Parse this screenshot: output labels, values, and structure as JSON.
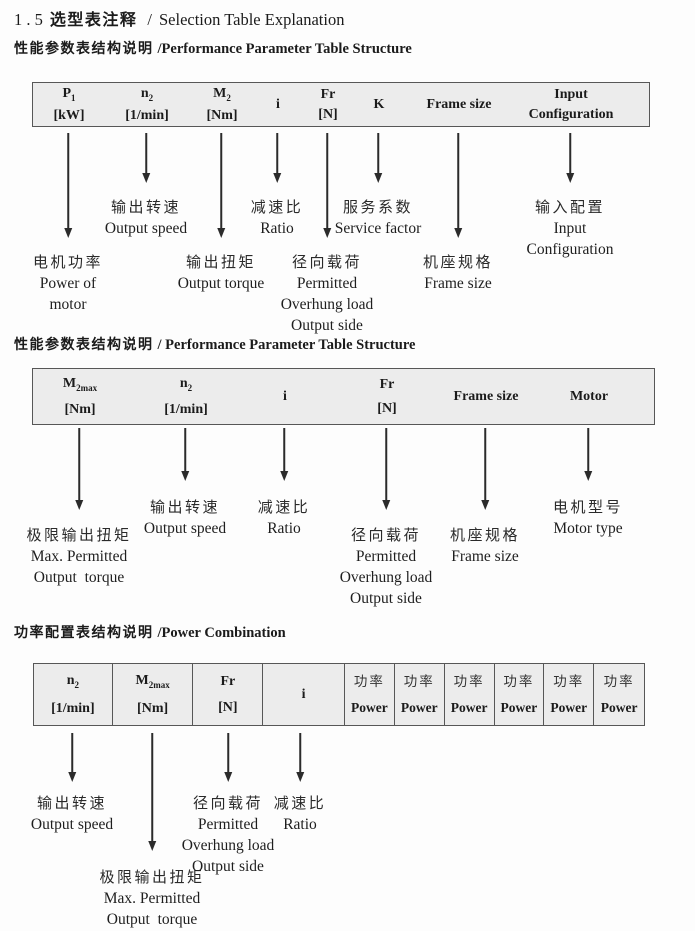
{
  "title": {
    "num": "1 . 5",
    "zh": "选型表注释",
    "sep": "/",
    "en": "Selection Table Explanation"
  },
  "section1": {
    "heading_zh": "性能参数表结构说明",
    "heading_en": "/Performance Parameter Table Structure",
    "columns": [
      {
        "sym": "P",
        "sub": "1",
        "unit": "[kW]"
      },
      {
        "sym": "n",
        "sub": "2",
        "unit": "[1/min]"
      },
      {
        "sym": "M",
        "sub": "2",
        "unit": "[Nm]"
      },
      {
        "sym": "i"
      },
      {
        "sym": "Fr",
        "unit": "[N]"
      },
      {
        "sym": "K"
      },
      {
        "sym": "Frame size"
      },
      {
        "sym": "Input",
        "unit": "Configuration"
      }
    ],
    "callouts": [
      {
        "lines": [
          "电机功率",
          "Power of",
          "motor"
        ]
      },
      {
        "lines": [
          "输出转速",
          "Output speed"
        ]
      },
      {
        "lines": [
          "输出扭矩",
          "Output torque"
        ]
      },
      {
        "lines": [
          "减速比",
          "Ratio"
        ]
      },
      {
        "lines": [
          "径向载荷",
          "Permitted",
          "Overhung load",
          "Output side"
        ]
      },
      {
        "lines": [
          "服务系数",
          "Service factor"
        ]
      },
      {
        "lines": [
          "机座规格",
          "Frame size"
        ]
      },
      {
        "lines": [
          "输入配置",
          "Input",
          "Configuration"
        ]
      }
    ]
  },
  "section2": {
    "heading_zh": "性能参数表结构说明",
    "heading_en": "/ Performance Parameter Table Structure",
    "columns": [
      {
        "sym": "M",
        "sub": "2max",
        "unit": "[Nm]"
      },
      {
        "sym": "n",
        "sub": "2",
        "unit": "[1/min]"
      },
      {
        "sym": "i"
      },
      {
        "sym": "Fr",
        "unit": "[N]"
      },
      {
        "sym": "Frame size"
      },
      {
        "sym": "Motor"
      }
    ],
    "callouts": [
      {
        "lines": [
          "极限输出扭矩",
          "Max. Permitted",
          "Output  torque"
        ]
      },
      {
        "lines": [
          "输出转速",
          "Output speed"
        ]
      },
      {
        "lines": [
          "减速比",
          "Ratio"
        ]
      },
      {
        "lines": [
          "径向载荷",
          "Permitted",
          "Overhung load",
          "Output side"
        ]
      },
      {
        "lines": [
          "机座规格",
          "Frame size"
        ]
      },
      {
        "lines": [
          "电机型号",
          "Motor type"
        ]
      }
    ]
  },
  "section3": {
    "heading_zh": "功率配置表结构说明",
    "heading_en": "/Power Combination",
    "columns": [
      {
        "sym": "n",
        "sub": "2",
        "unit": "[1/min]"
      },
      {
        "sym": "M",
        "sub": "2max",
        "unit": "[Nm]"
      },
      {
        "sym": "Fr",
        "unit": "[N]"
      },
      {
        "sym": "i"
      }
    ],
    "power_columns": [
      {
        "zh": "功率",
        "en": "Power"
      },
      {
        "zh": "功率",
        "en": "Power"
      },
      {
        "zh": "功率",
        "en": "Power"
      },
      {
        "zh": "功率",
        "en": "Power"
      },
      {
        "zh": "功率",
        "en": "Power"
      },
      {
        "zh": "功率",
        "en": "Power"
      }
    ],
    "callouts": [
      {
        "lines": [
          "输出转速",
          "Output speed"
        ]
      },
      {
        "lines": [
          "极限输出扭矩",
          "Max. Permitted",
          "Output  torque"
        ]
      },
      {
        "lines": [
          "径向载荷",
          "Permitted",
          "Overhung load",
          "Output side"
        ]
      },
      {
        "lines": [
          "减速比",
          "Ratio"
        ]
      }
    ]
  }
}
